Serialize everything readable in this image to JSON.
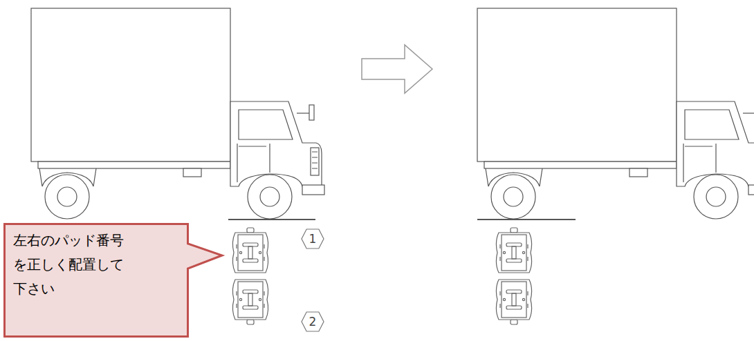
{
  "diagram": {
    "nodes": [
      {
        "text": [
          "1"
        ]
      },
      {
        "text": [
          "左右のパッド番号 を正しく配置して 下さい"
        ]
      },
      {
        "text": [
          "2"
        ]
      }
    ]
  }
}
